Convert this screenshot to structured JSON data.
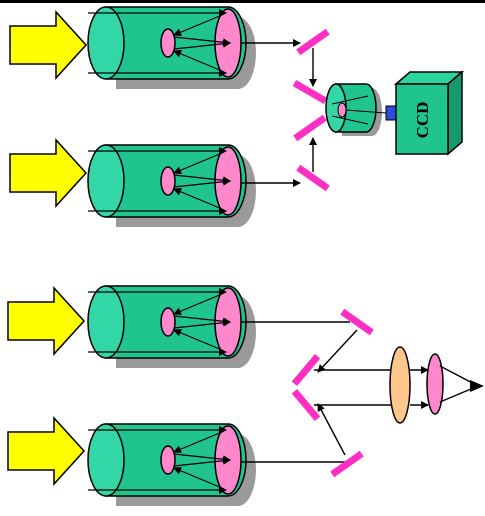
{
  "ccd_label": "CCD",
  "colors": {
    "beam_arrow": "#ffff00",
    "telescope_body": "#1fc48f",
    "telescope_face": "#33d6a6",
    "telescope_shadow": "#9a9a9a",
    "pink_focus": "#ff88cc",
    "mirror": "#ff2fc4",
    "ccd_box": "#1fc48f",
    "ccd_lens": "#2c4bd6",
    "lens": "#ffc78a"
  },
  "upper_diagram": {
    "telescopes": 2,
    "mirrors": 4,
    "detector": "CCD"
  },
  "lower_diagram": {
    "telescopes": 2,
    "mirrors": 4,
    "lenses": 2
  }
}
